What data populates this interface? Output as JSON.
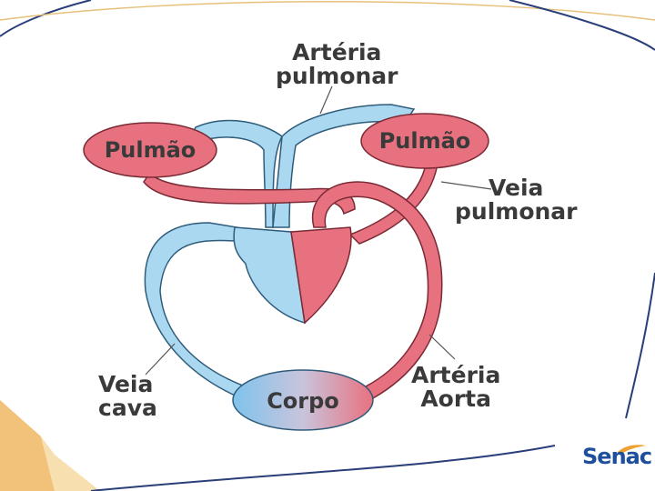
{
  "diagram": {
    "labels": {
      "arteria_pulmonar": [
        "Artéria",
        "pulmonar"
      ],
      "veia_pulmonar": [
        "Veia",
        "pulmonar"
      ],
      "veia_cava": [
        "Veia",
        "cava"
      ],
      "arteria_aorta": [
        "Artéria",
        "Aorta"
      ]
    },
    "organs": {
      "left_lung": "Pulmão",
      "right_lung": "Pulmão",
      "body": "Corpo"
    },
    "colors": {
      "venous": "#a9d8f0",
      "venous_outline": "#2f5c7a",
      "arterial": "#e8717f",
      "arterial_outline": "#7a2a35"
    }
  },
  "logo": {
    "text": "Senac"
  }
}
